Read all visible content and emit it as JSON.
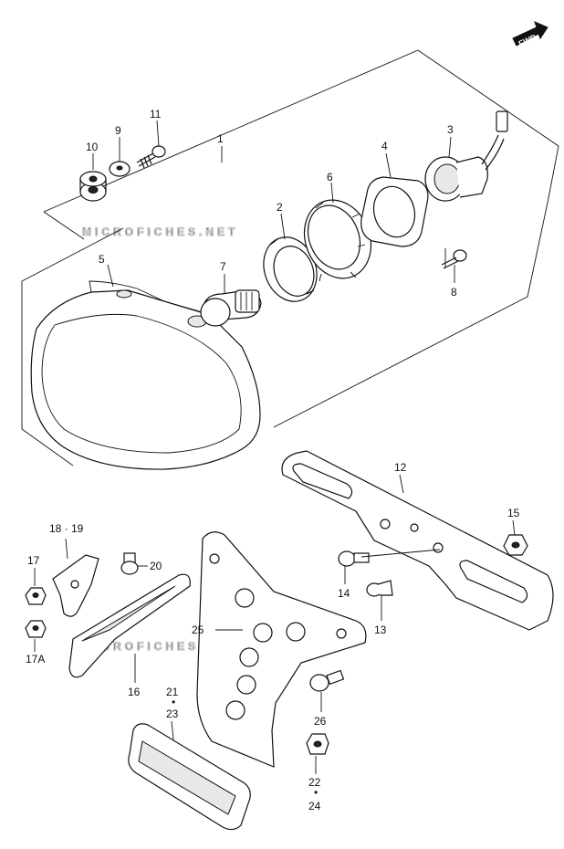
{
  "watermark": "MICROFICHES.NET",
  "fwd_label": "FWD",
  "callouts": {
    "c1": "1",
    "c2": "2",
    "c3": "3",
    "c4": "4",
    "c5": "5",
    "c6": "6",
    "c7": "7",
    "c8": "8",
    "c9": "9",
    "c10": "10",
    "c11": "11",
    "c12": "12",
    "c13": "13",
    "c14": "14",
    "c15": "15",
    "c16": "16",
    "c17": "17",
    "c17a": "17A",
    "c18_19": "18 · 19",
    "c20": "20",
    "c21": "21",
    "c21_dot": "•",
    "c23": "23",
    "c22": "22",
    "c22_dot": "•",
    "c24": "24",
    "c25": "25",
    "c26": "26"
  }
}
